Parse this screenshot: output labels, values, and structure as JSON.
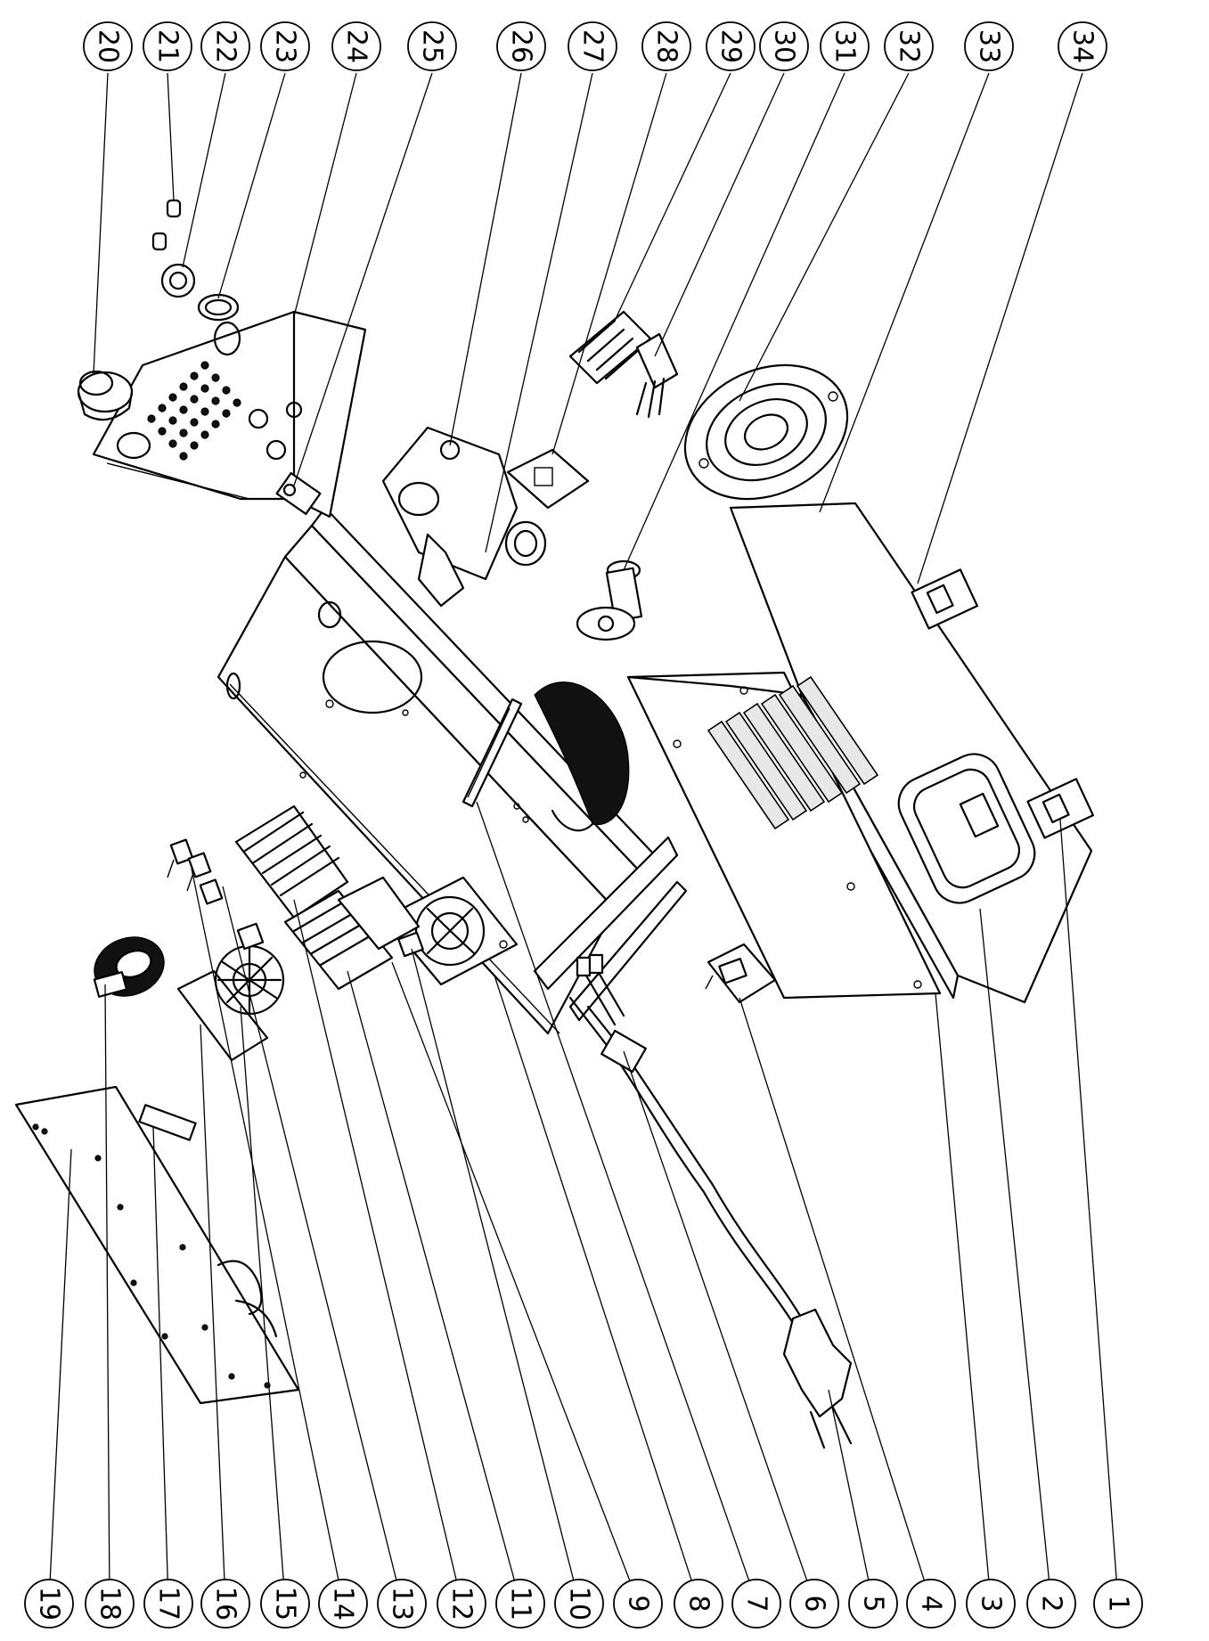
{
  "callouts_top": [
    "20",
    "21",
    "22",
    "23",
    "24",
    "25",
    "26",
    "27",
    "28",
    "29",
    "30",
    "31",
    "32",
    "33",
    "34"
  ],
  "callouts_bottom": [
    "19",
    "18",
    "17",
    "16",
    "15",
    "14",
    "13",
    "12",
    "11",
    "10",
    "9",
    "8",
    "7",
    "6",
    "5",
    "4",
    "3",
    "2",
    "1"
  ]
}
